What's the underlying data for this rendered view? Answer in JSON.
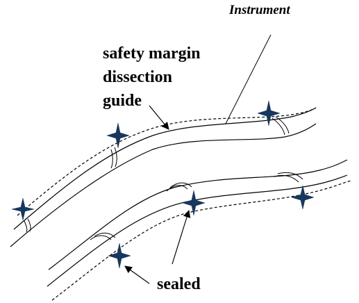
{
  "labels": {
    "instrument": "Instrument",
    "safety_margin_lines": [
      "safety margin",
      "dissection",
      "guide"
    ],
    "sealed": "sealed"
  },
  "colors": {
    "star": "#17375E",
    "line": "#000000",
    "background": "#FFFFFF"
  },
  "icons": {
    "seal_marker": "four-point-star-icon"
  }
}
